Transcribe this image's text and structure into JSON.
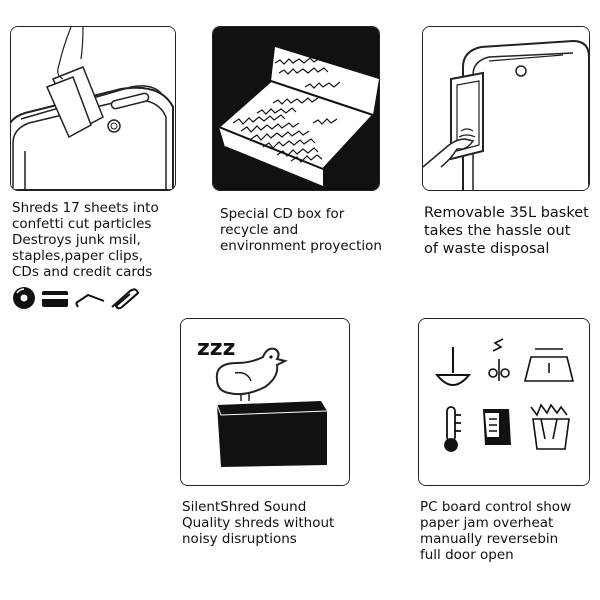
{
  "panels": [
    {
      "id": "shredding",
      "icon": "shredder-slot-icon",
      "caption_lines": [
        "Shreds 17 sheets into",
        "confetti cut particles",
        "Destroys junk msil,",
        "staples,paper clips,",
        "CDs and credit cards"
      ],
      "extra_icons": [
        "cd-icon",
        "credit-card-icon",
        "staple-icon",
        "paper-clip-icon"
      ]
    },
    {
      "id": "cd-box",
      "icon": "cd-box-icon",
      "caption_lines": [
        "Special CD box for",
        "recycle and",
        "environment proyection"
      ]
    },
    {
      "id": "basket",
      "icon": "removable-basket-icon",
      "caption_lines": [
        "Removable 35L basket",
        "takes the hassle out",
        "of waste disposal"
      ]
    },
    {
      "id": "silent",
      "icon": "sleeping-bird-icon",
      "sleep_text": "zzz",
      "caption_lines": [
        "SilentShred Sound",
        "Quality shreds without",
        "noisy disruptions"
      ]
    },
    {
      "id": "control",
      "icon": "control-board-icons",
      "caption_lines": [
        "PC board control show",
        "paper jam  overheat",
        "manually reversebin",
        "full door open"
      ]
    }
  ]
}
